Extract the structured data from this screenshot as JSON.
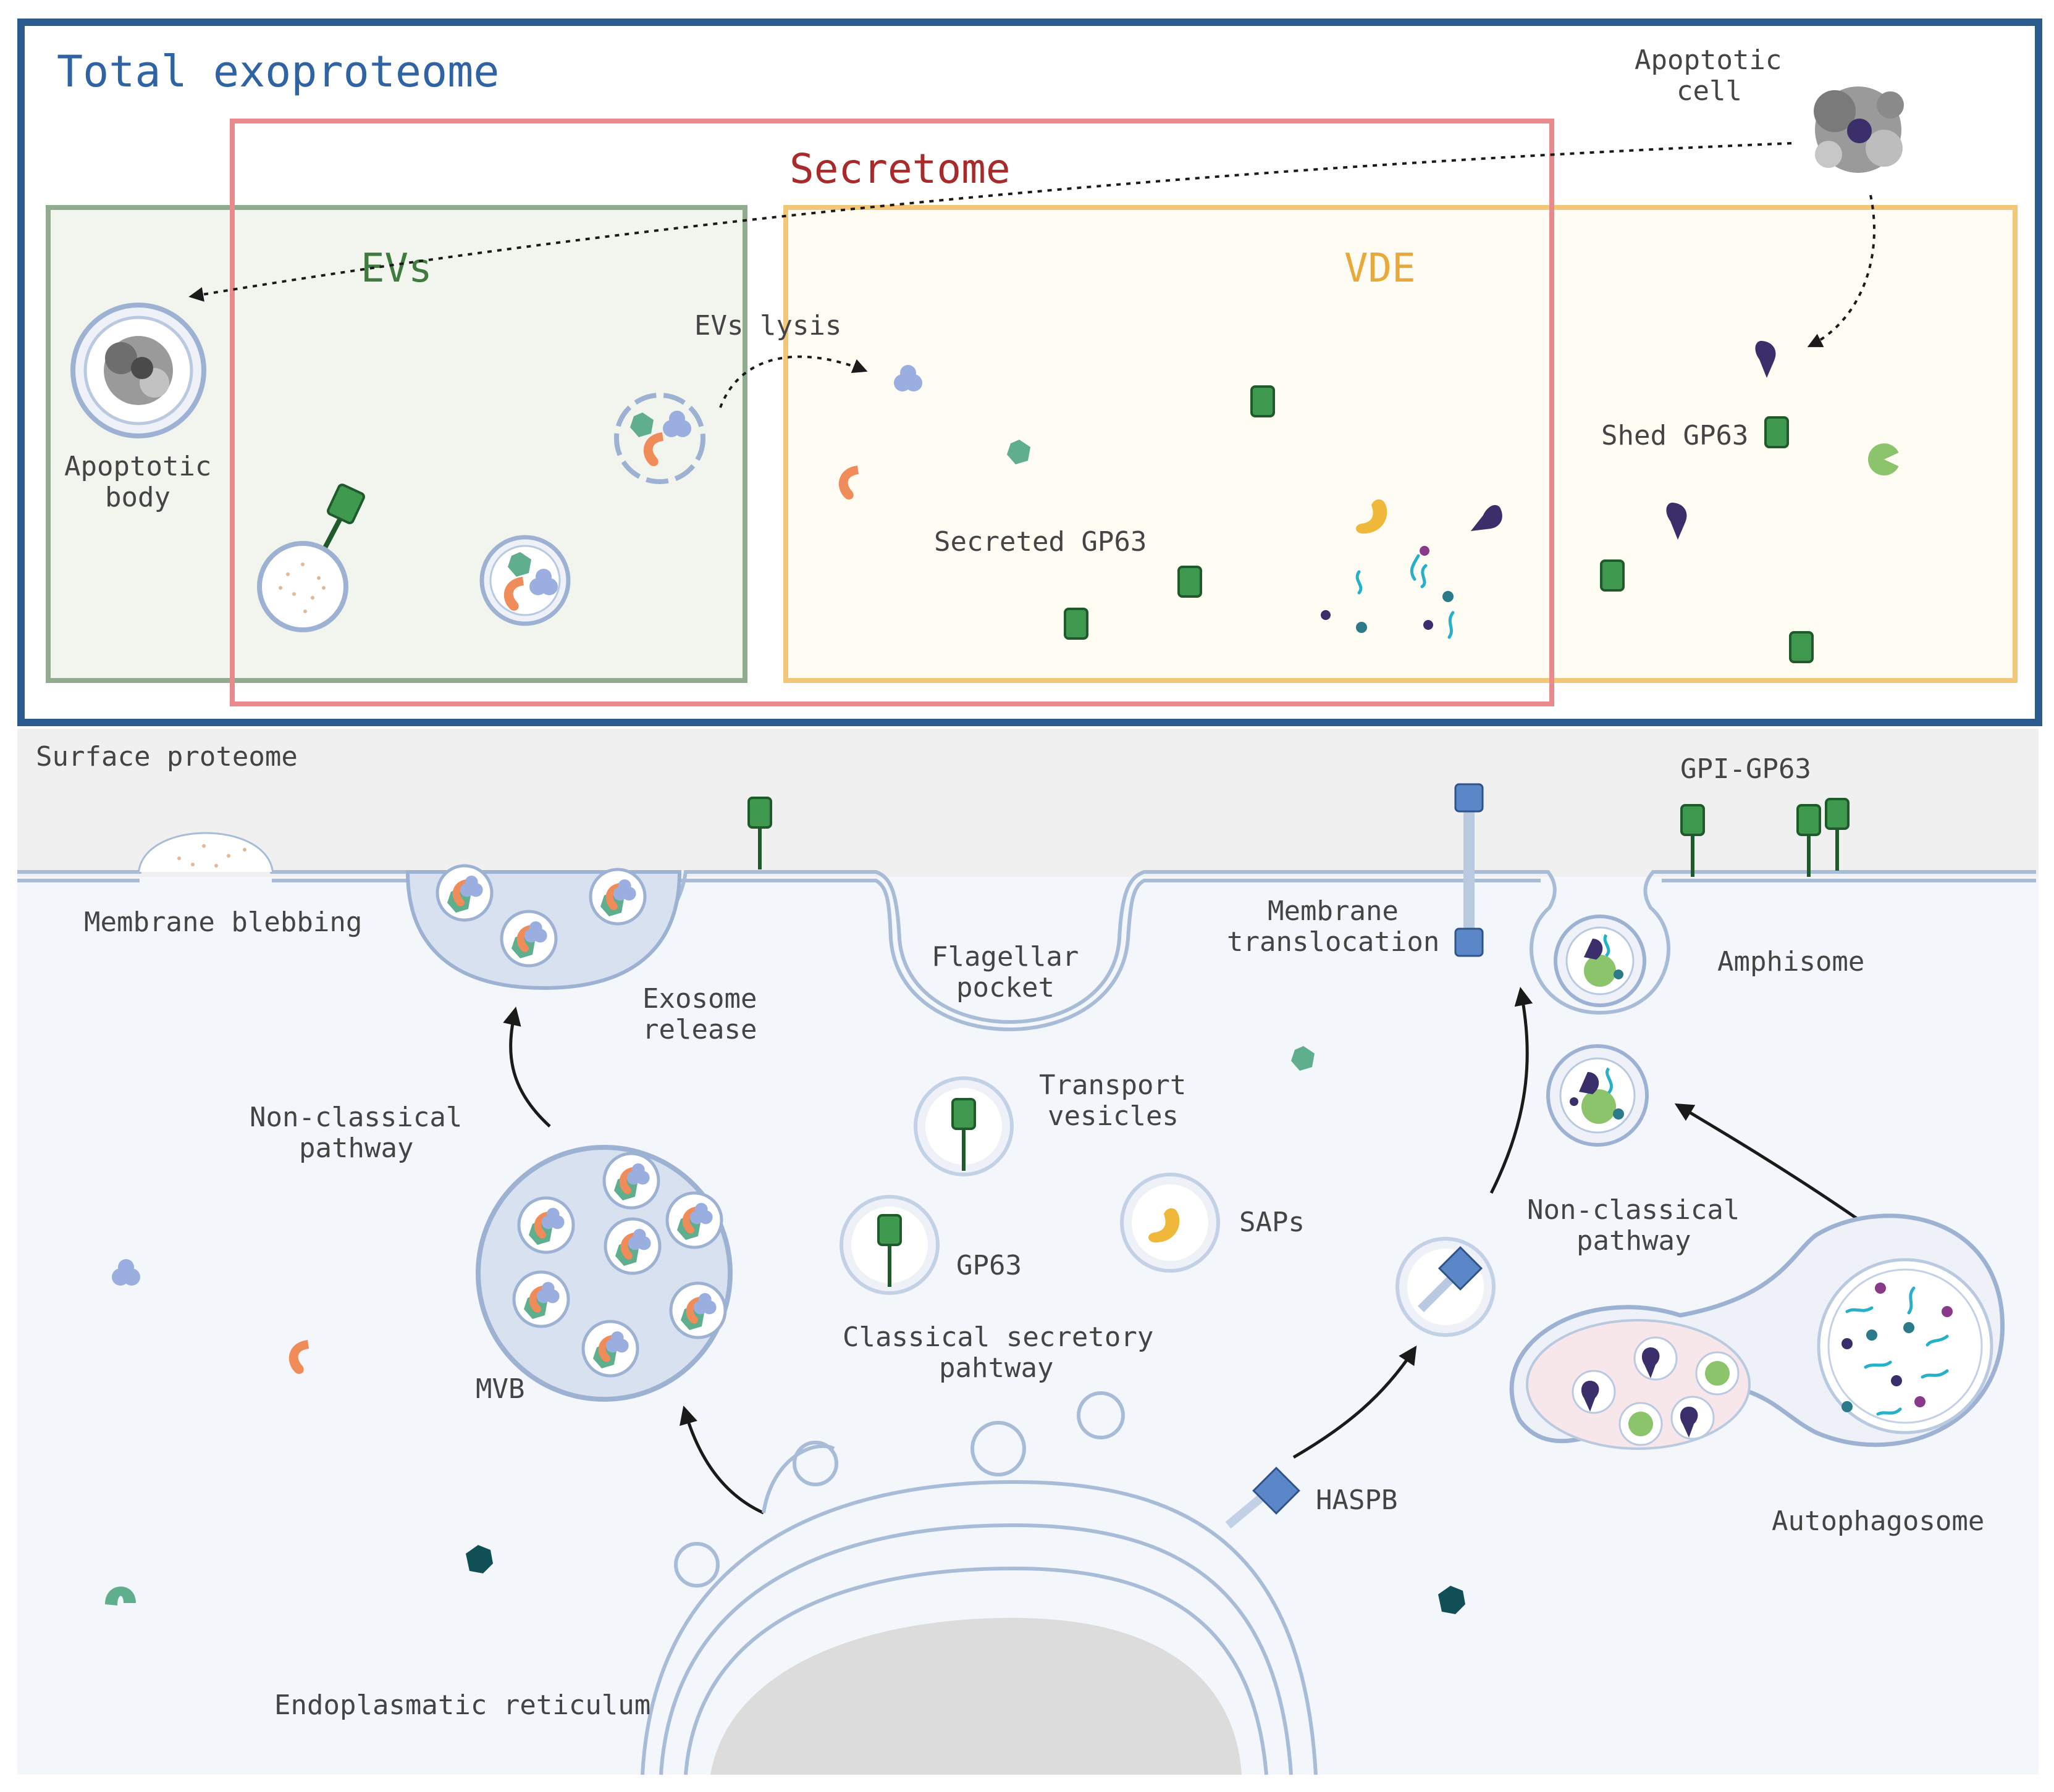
{
  "top_panel": {
    "title": "Total exoproteome",
    "secretome": "Secretome",
    "evs": "EVs",
    "vde": "VDE",
    "apoptotic_cell": [
      "Apoptotic",
      "cell"
    ],
    "apoptotic_body": [
      "Apoptotic",
      "body"
    ],
    "evs_lysis": "EVs lysis",
    "secreted_gp63": "Secreted GP63",
    "shed_gp63": "Shed GP63"
  },
  "cell_panel": {
    "surface_proteome": "Surface proteome",
    "gpi_gp63": "GPI-GP63",
    "membrane_blebbing": "Membrane blebbing",
    "exosome_release": [
      "Exosome",
      "release"
    ],
    "flagellar_pocket": [
      "Flagellar",
      "pocket"
    ],
    "membrane_translocation": [
      "Membrane",
      "translocation"
    ],
    "amphisome": "Amphisome",
    "transport_vesicles": [
      "Transport",
      "vesicles"
    ],
    "non_classical_left": [
      "Non-classical",
      "pathway"
    ],
    "non_classical_right": [
      "Non-classical",
      "pathway"
    ],
    "saps": "SAPs",
    "gp63": "GP63",
    "classical_pathway": [
      "Classical secretory",
      "pahtway"
    ],
    "mvb": "MVB",
    "haspb": "HASPB",
    "autophagosome": "Autophagosome",
    "er": "Endoplasmatic reticulum"
  },
  "colors": {
    "frame_blue": "#2b5a8c",
    "secretome_red": "#e8898d",
    "evs_green": "#8fac8f",
    "vde_orange": "#f3c77a",
    "title_blue": "#2f63a3",
    "secretome_text": "#a82a2a",
    "evs_text": "#3f7a3f",
    "vde_text": "#e8a93a",
    "cell_bg": "#f3f6fb",
    "surface_bg": "#f0f0f0",
    "gp63_green": "#3f9a4f",
    "orange_protein": "#f08c5a",
    "lilac_protein": "#9aaee0",
    "teal_protein": "#5fae8e",
    "dark_purple": "#3b2f6b",
    "yellow_sap": "#f0b83a",
    "haspb_blue": "#5b87c9",
    "dark_teal": "#0f4f55"
  }
}
